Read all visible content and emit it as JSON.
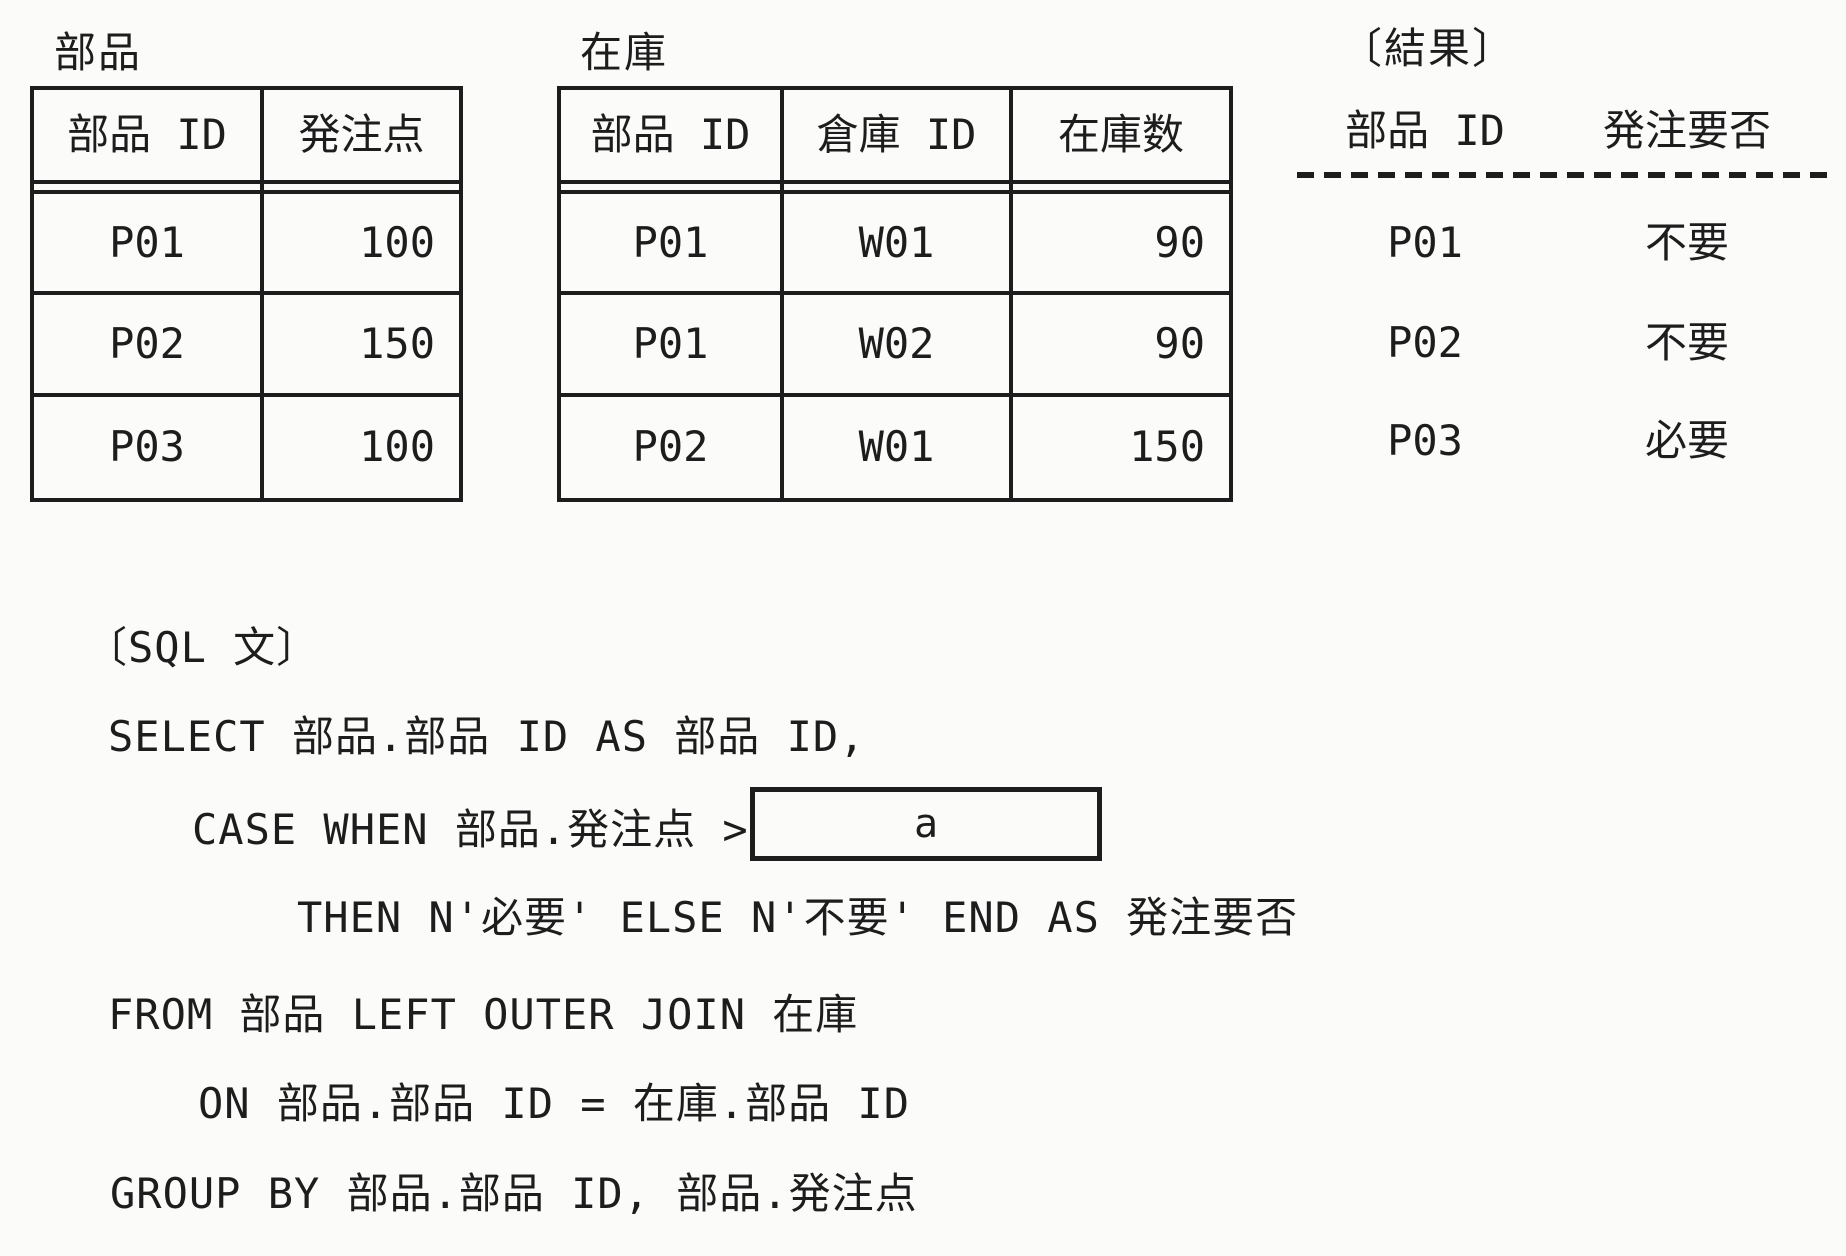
{
  "tables": {
    "parts": {
      "title": "部品",
      "columns": [
        "部品 ID",
        "発注点"
      ],
      "rows": [
        [
          "P01",
          "100"
        ],
        [
          "P02",
          "150"
        ],
        [
          "P03",
          "100"
        ]
      ]
    },
    "stock": {
      "title": "在庫",
      "columns": [
        "部品 ID",
        "倉庫 ID",
        "在庫数"
      ],
      "rows": [
        [
          "P01",
          "W01",
          "90"
        ],
        [
          "P01",
          "W02",
          "90"
        ],
        [
          "P02",
          "W01",
          "150"
        ]
      ]
    }
  },
  "result": {
    "title": "〔結果〕",
    "columns": [
      "部品 ID",
      "発注要否"
    ],
    "rows": [
      [
        "P01",
        "不要"
      ],
      [
        "P02",
        "不要"
      ],
      [
        "P03",
        "必要"
      ]
    ]
  },
  "sql": {
    "title": "〔SQL 文〕",
    "select_line": "SELECT 部品.部品 ID AS 部品 ID,",
    "case_line": "CASE WHEN 部品.発注点 >",
    "blank_label": "a",
    "then_line": "THEN N'必要' ELSE N'不要' END AS 発注要否",
    "from_line": "FROM 部品 LEFT OUTER JOIN 在庫",
    "on_line": "ON 部品.部品 ID = 在庫.部品 ID",
    "group_line": "GROUP BY 部品.部品 ID, 部品.発注点"
  }
}
